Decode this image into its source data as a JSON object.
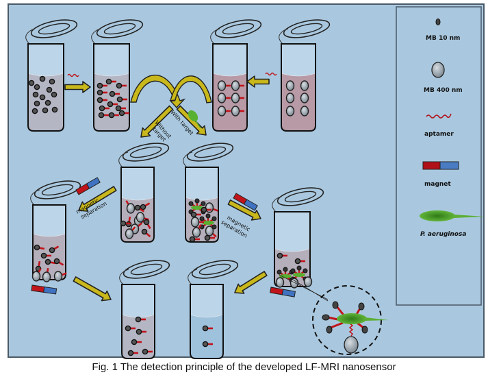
{
  "caption": "Fig. 1 The detection principle of the developed LF-MRI nanosensor",
  "legend": {
    "items": [
      {
        "icon": "mb-10nm-particle-icon",
        "label": "MB 10 nm"
      },
      {
        "icon": "mb-400nm-particle-icon",
        "label": "MB 400 nm"
      },
      {
        "icon": "aptamer-icon",
        "label": "aptamer"
      },
      {
        "icon": "magnet-icon",
        "label": "magnet"
      },
      {
        "icon": "bacterium-icon",
        "label": "P. aeruginosa"
      }
    ]
  },
  "arrows": {
    "without_target": [
      "Without",
      "target"
    ],
    "with_target": [
      "With target"
    ],
    "magnetic_separation_left": [
      "magnetic",
      "separation"
    ],
    "magnetic_separation_right": [
      "magnetic",
      "separation"
    ]
  },
  "colors": {
    "background": "#a9c8df",
    "liquid_gray": "#b4b6c4",
    "liquid_mauve": "#b79aa6",
    "liquid_blue": "#9ec1dc",
    "arrow_fill": "#c9b81c",
    "aptamer": "#c0141a",
    "magnet_red": "#c0141a",
    "magnet_blue": "#3f73c2",
    "bacterium": "#4aa12d"
  }
}
